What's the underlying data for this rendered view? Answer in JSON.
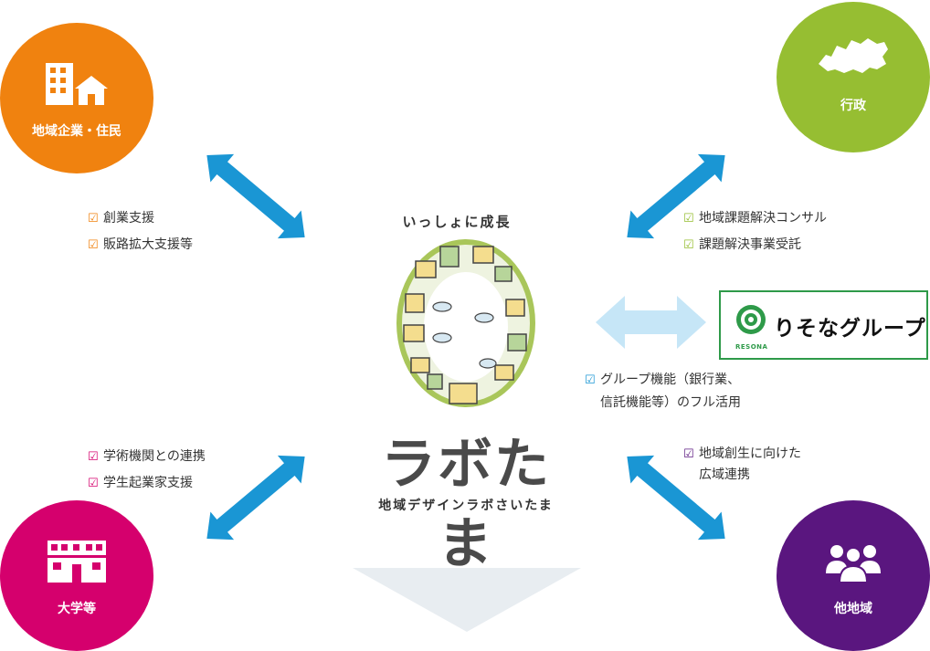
{
  "nodes": {
    "top_left": {
      "label": "地域企業・住民",
      "color": "#f0820f",
      "icon": "building-house-icon"
    },
    "top_right": {
      "label": "行政",
      "color": "#96be32",
      "icon": "saitama-map-icon"
    },
    "bottom_left": {
      "label": "大学等",
      "color": "#d5006d",
      "icon": "university-icon"
    },
    "bottom_right": {
      "label": "他地域",
      "color": "#5a167f",
      "icon": "people-group-icon"
    }
  },
  "lists": {
    "top_left": [
      "創業支援",
      "販路拡大支援等"
    ],
    "top_right": [
      "地域課題解決コンサル",
      "課題解決事業受託"
    ],
    "bottom_left": [
      "学術機関との連携",
      "学生起業家支援"
    ],
    "bottom_right": [
      "地域創生に向けた",
      "広域連携"
    ],
    "resona": [
      "グループ機能（銀行業、",
      "信託機能等）のフル活用"
    ]
  },
  "center": {
    "tagline": "いっしょに成長",
    "logo": "ラボたま",
    "logo_sub": "地域デザインラボさいたま"
  },
  "resona": {
    "name": "りそなグループ",
    "small": "RESONA",
    "color": "#2e9a49"
  },
  "colors": {
    "arrow": "#1a96d4",
    "arrow_light": "#c6e6f7",
    "down_arrow": "#e8edf1"
  }
}
